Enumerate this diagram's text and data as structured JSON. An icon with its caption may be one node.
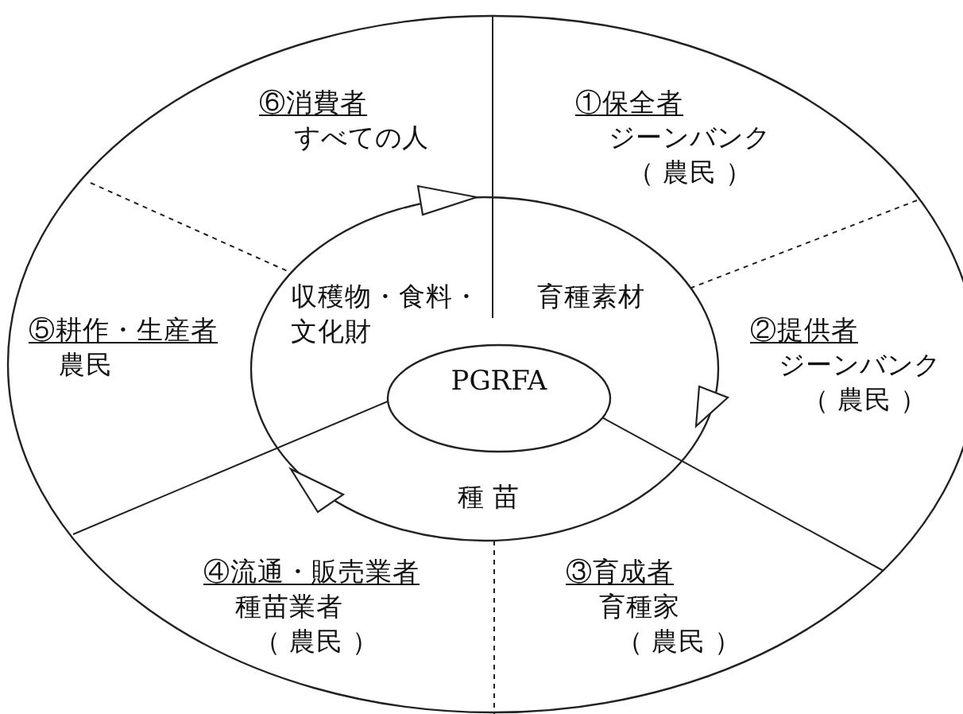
{
  "diagram": {
    "nodes": [
      {
        "text": [
          "⑥消費者",
          "すべての人"
        ]
      },
      {
        "text": [
          "①保全者",
          "ジーンバンク",
          "（ 農民 ）"
        ]
      },
      {
        "text": [
          "⑤耕作・生産者",
          "農民"
        ]
      },
      {
        "text": [
          "②提供者",
          "ジーンバンク",
          "（ 農民 ）"
        ]
      },
      {
        "text": [
          "PGRFA"
        ]
      },
      {
        "text": [
          "④流通・販売業者",
          "種苗業者",
          "（ 農民 ）"
        ]
      },
      {
        "text": [
          "③育成者",
          "育種家",
          "（ 農民 ）"
        ]
      }
    ],
    "labels": [
      "収穫物・食料・文化財",
      "育種素材",
      "種 苗"
    ]
  }
}
